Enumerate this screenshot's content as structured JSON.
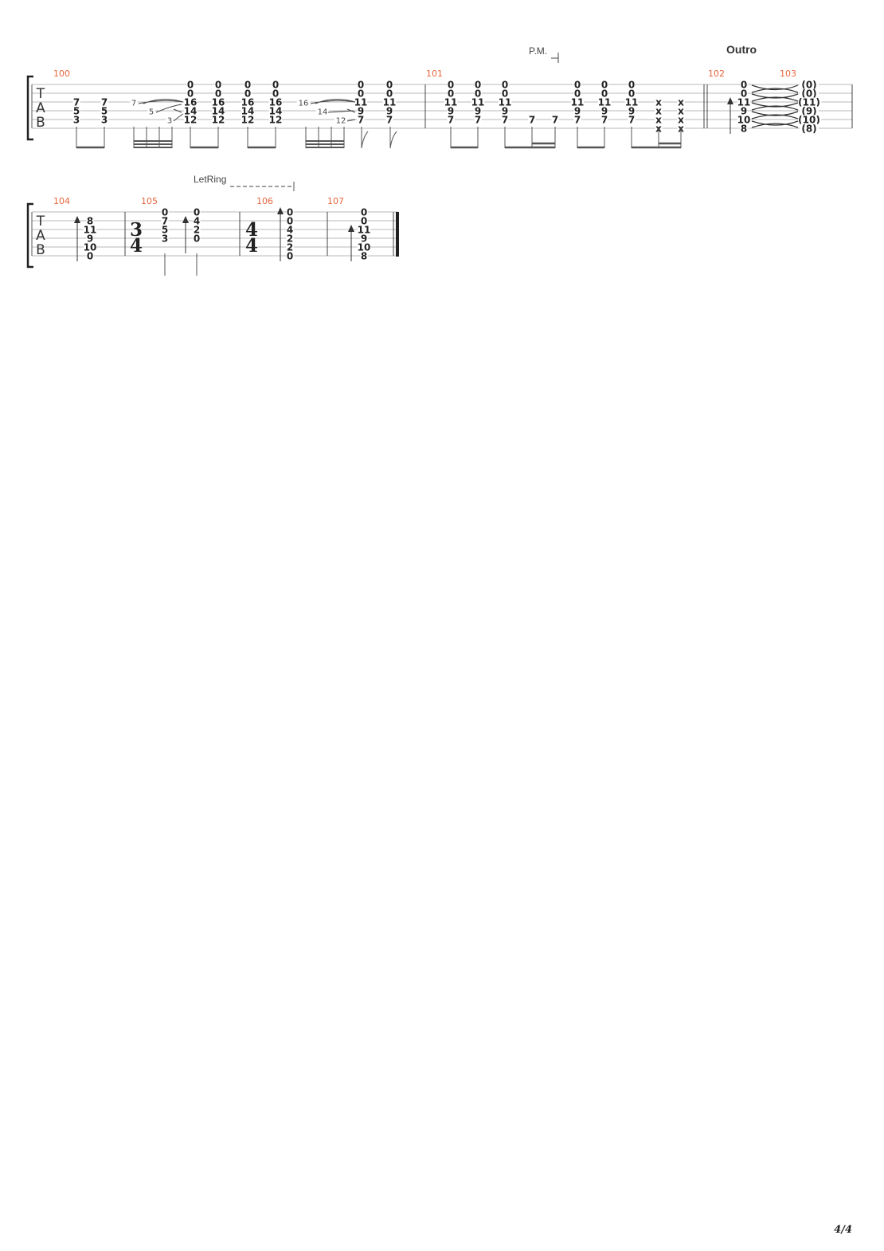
{
  "page": {
    "number": "4/4"
  },
  "section_title": "Outro",
  "annotations": {
    "palm_mute": "P.M.",
    "let_ring": "LetRing"
  },
  "tab_clef": [
    "T",
    "A",
    "B"
  ],
  "time_signatures": [
    {
      "top": "3",
      "bottom": "4"
    },
    {
      "top": "4",
      "bottom": "4"
    }
  ],
  "systems": [
    {
      "measures": [
        "100",
        "101",
        "102",
        "103"
      ],
      "fret_numbers": [
        "7",
        "5",
        "3",
        "7",
        "5",
        "3",
        "0",
        "0",
        "16",
        "14",
        "12",
        "0",
        "0",
        "16",
        "14",
        "12",
        "0",
        "0",
        "16",
        "14",
        "12",
        "0",
        "0",
        "16",
        "14",
        "12",
        "0",
        "0",
        "11",
        "9",
        "7",
        "0",
        "0",
        "11",
        "9",
        "7",
        "0",
        "0",
        "11",
        "9",
        "7",
        "0",
        "0",
        "11",
        "9",
        "7",
        "0",
        "0",
        "11",
        "9",
        "7",
        "7",
        "7",
        "0",
        "0",
        "11",
        "9",
        "7",
        "0",
        "0",
        "11",
        "9",
        "7",
        "0",
        "0",
        "11",
        "9",
        "7",
        "x",
        "x",
        "x",
        "x",
        "x",
        "x",
        "x",
        "x",
        "0",
        "0",
        "11",
        "9",
        "10",
        "8",
        "(0)",
        "(0)",
        "(11)",
        "(9)",
        "(10)",
        "(8)"
      ],
      "slide_frets": [
        "7",
        "5",
        "3",
        "16",
        "14",
        "12"
      ]
    },
    {
      "measures": [
        "104",
        "105",
        "106",
        "107"
      ],
      "fret_numbers": [
        "8",
        "11",
        "9",
        "10",
        "0",
        "0",
        "7",
        "5",
        "3",
        "0",
        "4",
        "2",
        "0",
        "0",
        "0",
        "4",
        "2",
        "2",
        "0",
        "0",
        "0",
        "11",
        "9",
        "10",
        "8"
      ]
    }
  ]
}
